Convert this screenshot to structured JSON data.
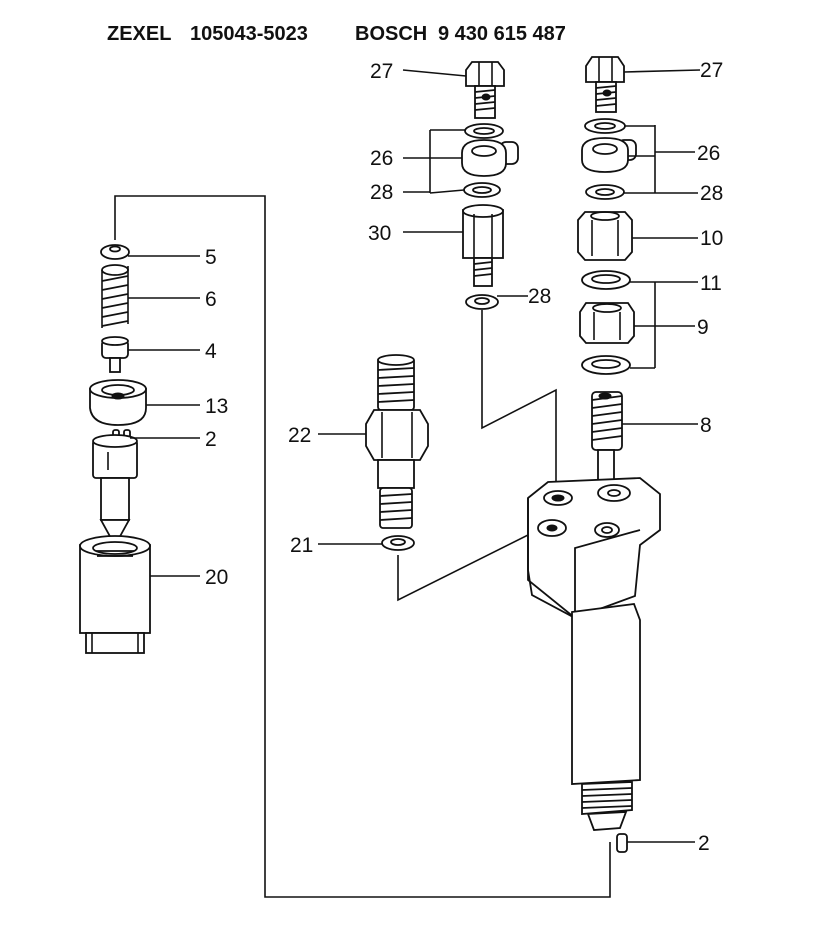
{
  "header": {
    "brand1": "ZEXEL",
    "part1": "105043-5023",
    "brand2": "BOSCH",
    "part2": "9 430 615 487"
  },
  "labels": {
    "l27a": "27",
    "l26a": "26",
    "l28a": "28",
    "l30": "30",
    "l28b": "28",
    "l27b": "27",
    "l26b": "26",
    "l28c": "28",
    "l10": "10",
    "l11": "11",
    "l9": "9",
    "l8": "8",
    "l5": "5",
    "l6": "6",
    "l4": "4",
    "l13": "13",
    "l2a": "2",
    "l20": "20",
    "l22": "22",
    "l21": "21",
    "l2b": "2"
  }
}
